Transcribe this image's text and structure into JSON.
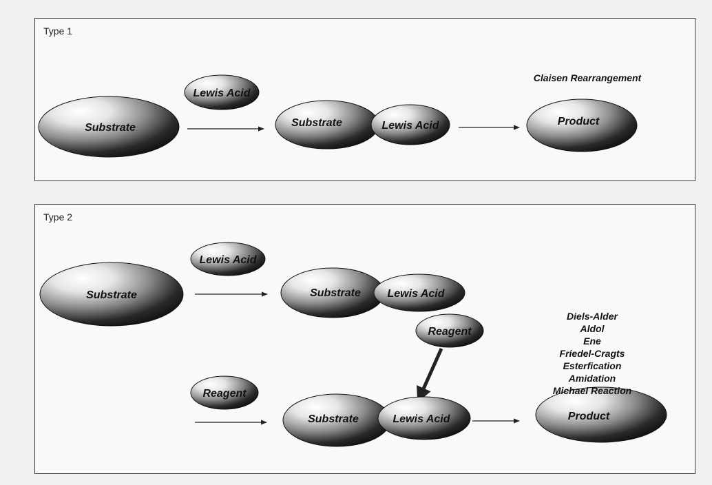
{
  "type1": {
    "label": "Type 1",
    "lewis_acid_label": "Lewis Acid",
    "substrate_label": "Substrate",
    "complex_substrate_label": "Substrate",
    "complex_lewis_acid_label": "Lewis Acid",
    "product_label": "Product",
    "reaction_label": "Claisen Rearrangement"
  },
  "type2": {
    "label": "Type 2",
    "lewis_acid_label": "Lewis Acid",
    "substrate_label": "Substrate",
    "complex_substrate_label": "Substrate",
    "complex_lewis_acid_label": "Lewis Acid",
    "reagent_label": "Reagent",
    "reagent_attack_label": "Reagent",
    "complex2_substrate_label": "Substrate",
    "complex2_lewis_acid_label": "Lewis Acid",
    "product_label": "Product",
    "reactions": [
      "Diels-Alder",
      "Aldol",
      "Ene",
      "Friedel-Cragts",
      "Esterfication",
      "Amidation",
      "Michael Reaction"
    ]
  },
  "colors": {
    "ellipse_dark": "#0c0c0c",
    "ellipse_light": "#ffffff",
    "border": "#3a3a3a"
  }
}
